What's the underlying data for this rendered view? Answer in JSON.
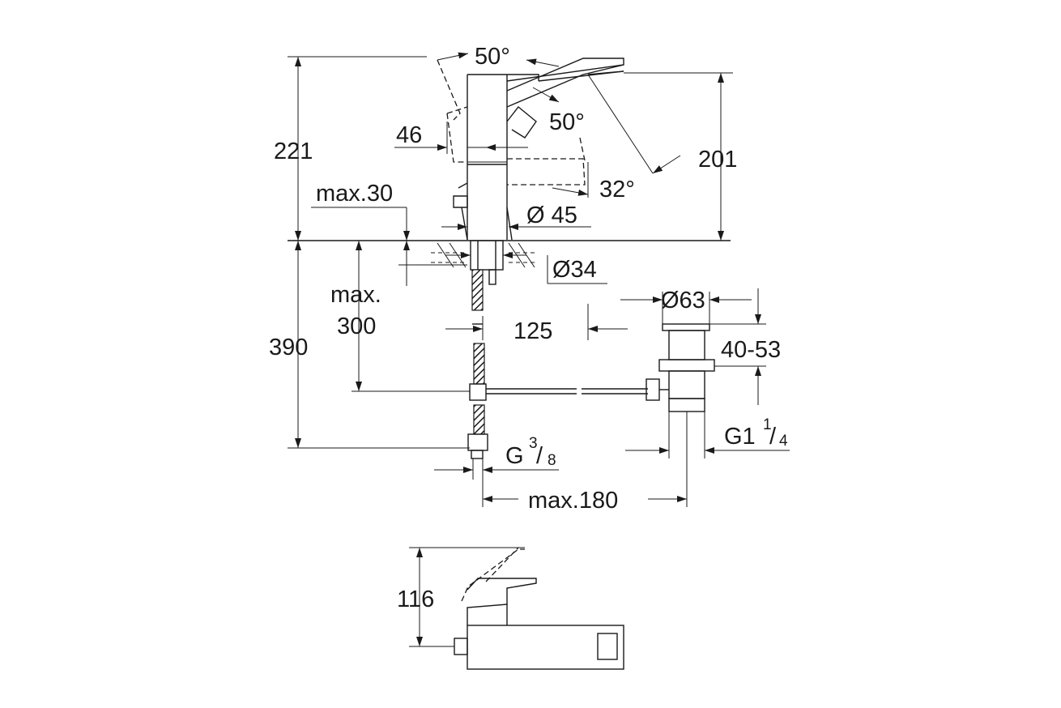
{
  "dimensions": {
    "swivel_angle": "50°",
    "lever_angle": "50°",
    "spout_angle": "32°",
    "total_height": "221",
    "spout_height": "201",
    "lever_clearance": "46",
    "deck_thickness": "max.30",
    "base_diameter": "Ø 45",
    "shank_diameter": "Ø34",
    "below_deck_label_1": "max.",
    "below_deck_label_2": "300",
    "hose_length": "390",
    "drain_offset": "125",
    "waste_diameter": "Ø63",
    "waste_range": "40-53",
    "waste_thread_main": "G1",
    "waste_thread_num": "1",
    "waste_thread_den": "4",
    "connection_thread_main": "G",
    "connection_thread_num": "3",
    "connection_thread_den": "8",
    "waste_reach": "max.180",
    "side_height": "116"
  }
}
